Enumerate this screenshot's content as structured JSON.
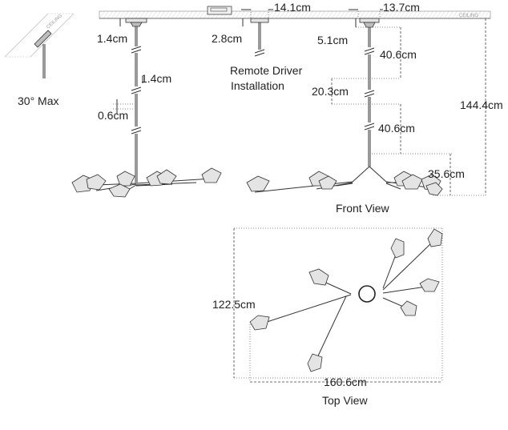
{
  "ceiling_label": "CEILING",
  "tilt": {
    "label": "30° Max"
  },
  "side_view": {
    "dim_top": "1.4cm",
    "dim_mid": "1.4cm",
    "dim_gap": "0.6cm"
  },
  "driver": {
    "dim_width": "14.1cm",
    "dim_height": "2.8cm",
    "caption_line1": "Remote Driver",
    "caption_line2": "Installation"
  },
  "front_view": {
    "dim_canopy": "13.7cm",
    "dim_top": "5.1cm",
    "dim_rod1": "40.6cm",
    "dim_mid": "20.3cm",
    "dim_rod2": "40.6cm",
    "dim_body": "35.6cm",
    "dim_total": "144.4cm",
    "caption": "Front View"
  },
  "top_view": {
    "dim_depth": "122.5cm",
    "dim_width": "160.6cm",
    "caption": "Top View"
  }
}
